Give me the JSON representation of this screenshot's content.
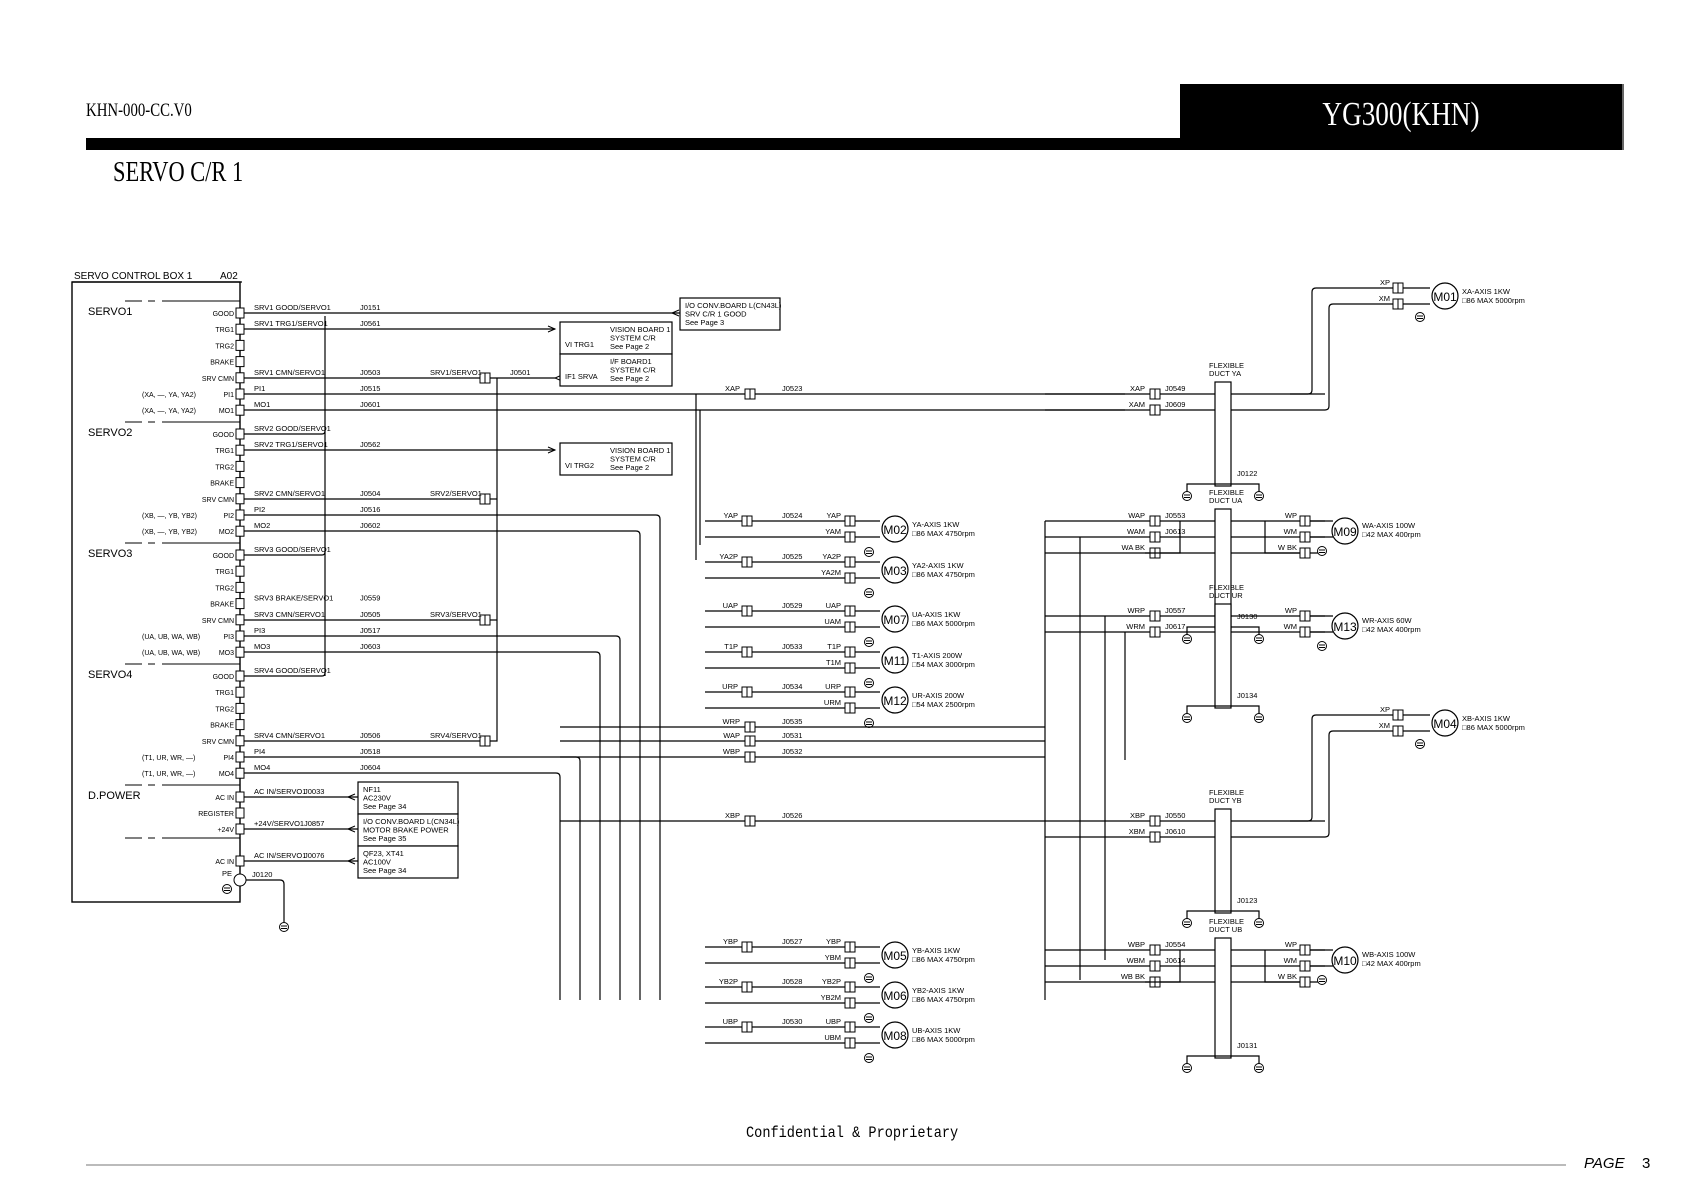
{
  "header": {
    "doc_id": "KHN-000-CC.V0",
    "model": "YG300(KHN)",
    "page_title": "SERVO C/R 1"
  },
  "footer": {
    "confidential": "Confidential & Proprietary",
    "page_label": "PAGE",
    "page_number": "3"
  },
  "control_box": {
    "title": "SERVO CONTROL BOX 1",
    "ref": "A02",
    "groups": [
      {
        "name": "SERVO1",
        "pins": [
          {
            "pin": "GOOD",
            "wire": "SRV1 GOOD/SERVO1",
            "junction": "J0151",
            "note": ""
          },
          {
            "pin": "TRG1",
            "wire": "SRV1 TRG1/SERVO1",
            "junction": "J0561",
            "note": ""
          },
          {
            "pin": "TRG2",
            "wire": "",
            "junction": "",
            "note": ""
          },
          {
            "pin": "BRAKE",
            "wire": "",
            "junction": "",
            "note": ""
          },
          {
            "pin": "SRV CMN",
            "wire": "SRV1 CMN/SERVO1",
            "junction": "J0503",
            "note": "",
            "tail": "SRV1/SERVO1"
          },
          {
            "pin": "PI1",
            "wire": "PI1",
            "junction": "J0515",
            "note": "(XA, —, YA, YA2)"
          },
          {
            "pin": "MO1",
            "wire": "MO1",
            "junction": "J0601",
            "note": "(XA, —, YA, YA2)"
          }
        ]
      },
      {
        "name": "SERVO2",
        "pins": [
          {
            "pin": "GOOD",
            "wire": "SRV2 GOOD/SERVO1",
            "junction": "",
            "note": ""
          },
          {
            "pin": "TRG1",
            "wire": "SRV2 TRG1/SERVO1",
            "junction": "J0562",
            "note": ""
          },
          {
            "pin": "TRG2",
            "wire": "",
            "junction": "",
            "note": ""
          },
          {
            "pin": "BRAKE",
            "wire": "",
            "junction": "",
            "note": ""
          },
          {
            "pin": "SRV CMN",
            "wire": "SRV2 CMN/SERVO1",
            "junction": "J0504",
            "note": "",
            "tail": "SRV2/SERVO1"
          },
          {
            "pin": "PI2",
            "wire": "PI2",
            "junction": "J0516",
            "note": "(XB, —, YB, YB2)"
          },
          {
            "pin": "MO2",
            "wire": "MO2",
            "junction": "J0602",
            "note": "(XB, —, YB, YB2)"
          }
        ]
      },
      {
        "name": "SERVO3",
        "pins": [
          {
            "pin": "GOOD",
            "wire": "SRV3 GOOD/SERVO1",
            "junction": "",
            "note": ""
          },
          {
            "pin": "TRG1",
            "wire": "",
            "junction": "",
            "note": ""
          },
          {
            "pin": "TRG2",
            "wire": "",
            "junction": "",
            "note": ""
          },
          {
            "pin": "BRAKE",
            "wire": "SRV3 BRAKE/SERVO1",
            "junction": "J0559",
            "note": ""
          },
          {
            "pin": "SRV CMN",
            "wire": "SRV3 CMN/SERVO1",
            "junction": "J0505",
            "note": "",
            "tail": "SRV3/SERVO1"
          },
          {
            "pin": "PI3",
            "wire": "PI3",
            "junction": "J0517",
            "note": "(UA, UB, WA, WB)"
          },
          {
            "pin": "MO3",
            "wire": "MO3",
            "junction": "J0603",
            "note": "(UA, UB, WA, WB)"
          }
        ]
      },
      {
        "name": "SERVO4",
        "pins": [
          {
            "pin": "GOOD",
            "wire": "SRV4 GOOD/SERVO1",
            "junction": "",
            "note": ""
          },
          {
            "pin": "TRG1",
            "wire": "",
            "junction": "",
            "note": ""
          },
          {
            "pin": "TRG2",
            "wire": "",
            "junction": "",
            "note": ""
          },
          {
            "pin": "BRAKE",
            "wire": "",
            "junction": "",
            "note": ""
          },
          {
            "pin": "SRV CMN",
            "wire": "SRV4 CMN/SERVO1",
            "junction": "J0506",
            "note": "",
            "tail": "SRV4/SERVO1"
          },
          {
            "pin": "PI4",
            "wire": "PI4",
            "junction": "J0518",
            "note": "(T1, UR, WR, —)"
          },
          {
            "pin": "MO4",
            "wire": "MO4",
            "junction": "J0604",
            "note": "(T1, UR, WR, —)"
          }
        ]
      },
      {
        "name": "D.POWER",
        "pins": [
          {
            "pin": "AC IN",
            "wire": "AC IN/SERVO1",
            "junction": "J0033",
            "note": ""
          },
          {
            "pin": "REGISTER",
            "wire": "",
            "junction": "",
            "note": ""
          },
          {
            "pin": "+24V",
            "wire": "+24V/SERVO1",
            "junction": "J0857",
            "note": ""
          },
          {
            "pin": "",
            "wire": "",
            "junction": "",
            "note": ""
          },
          {
            "pin": "AC IN",
            "wire": "AC IN/SERVO1",
            "junction": "J0076",
            "note": ""
          },
          {
            "pin": "PE",
            "wire": "J0120",
            "junction": "",
            "note": ""
          }
        ]
      }
    ]
  },
  "ref_boxes": [
    {
      "id": "io-conv-good",
      "lines": [
        "I/O CONV.BOARD L(CN43L)",
        "SRV C/R 1 GOOD",
        "See Page 3"
      ]
    },
    {
      "id": "vision1",
      "left": "VI TRG1",
      "lines": [
        "VISION BOARD 1",
        "SYSTEM C/R",
        "See Page 2"
      ]
    },
    {
      "id": "if1",
      "left": "IF1 SRVA",
      "lines": [
        "I/F BOARD1",
        "SYSTEM C/R",
        "See Page 2"
      ]
    },
    {
      "id": "vision2",
      "left": "VI TRG2",
      "lines": [
        "VISION BOARD 1",
        "SYSTEM C/R",
        "See Page 2"
      ]
    },
    {
      "id": "nf11",
      "lines": [
        "NF11",
        "AC230V",
        "See Page 34"
      ]
    },
    {
      "id": "io-conv-brake",
      "lines": [
        "I/O CONV.BOARD L(CN34L)",
        "MOTOR BRAKE POWER",
        "See Page 35"
      ]
    },
    {
      "id": "qf23",
      "lines": [
        "QF23, XT41",
        "AC100V",
        "See Page 34"
      ]
    }
  ],
  "cmn_junction": "J0501",
  "mid_lines": [
    {
      "label": "XAP",
      "junction": "J0523"
    },
    {
      "label": "WRP",
      "junction": "J0535"
    },
    {
      "label": "WAP",
      "junction": "J0531"
    },
    {
      "label": "WBP",
      "junction": "J0532"
    },
    {
      "label": "XBP",
      "junction": "J0526"
    }
  ],
  "motors": [
    {
      "id": "M02",
      "p": "YAP",
      "m": "YAM",
      "src": "YAP",
      "junction": "J0524",
      "desc": [
        "YA-AXIS 1KW",
        "□86 MAX 4750rpm"
      ]
    },
    {
      "id": "M03",
      "p": "YA2P",
      "m": "YA2M",
      "src": "YA2P",
      "junction": "J0525",
      "desc": [
        "YA2-AXIS 1KW",
        "□86 MAX 4750rpm"
      ]
    },
    {
      "id": "M07",
      "p": "UAP",
      "m": "UAM",
      "src": "UAP",
      "junction": "J0529",
      "desc": [
        "UA-AXIS 1KW",
        "□86 MAX 5000rpm"
      ]
    },
    {
      "id": "M11",
      "p": "T1P",
      "m": "T1M",
      "src": "T1P",
      "junction": "J0533",
      "desc": [
        "T1-AXIS 200W",
        "□54 MAX 3000rpm"
      ]
    },
    {
      "id": "M12",
      "p": "URP",
      "m": "URM",
      "src": "URP",
      "junction": "J0534",
      "desc": [
        "UR-AXIS 200W",
        "□54 MAX 2500rpm"
      ]
    },
    {
      "id": "M05",
      "p": "YBP",
      "m": "YBM",
      "src": "YBP",
      "junction": "J0527",
      "desc": [
        "YB-AXIS 1KW",
        "□86 MAX 4750rpm"
      ]
    },
    {
      "id": "M06",
      "p": "YB2P",
      "m": "YB2M",
      "src": "YB2P",
      "junction": "J0528",
      "desc": [
        "YB2-AXIS 1KW",
        "□86 MAX 4750rpm"
      ]
    },
    {
      "id": "M08",
      "p": "UBP",
      "m": "UBM",
      "src": "UBP",
      "junction": "J0530",
      "desc": [
        "UB-AXIS 1KW",
        "□86 MAX 5000rpm"
      ]
    }
  ],
  "duct_motors": [
    {
      "id": "M01",
      "duct": "FLEXIBLE DUCT YA",
      "duct_j": "J0122",
      "lines": [
        {
          "l": "XAP",
          "j": "J0549"
        },
        {
          "l": "XAM",
          "j": "J0609"
        }
      ],
      "mp": "XP",
      "mm": "XM",
      "desc": [
        "XA-AXIS 1KW",
        "□86 MAX 5000rpm"
      ]
    },
    {
      "id": "M09",
      "duct": "FLEXIBLE DUCT UA",
      "duct_j": "J0130",
      "lines": [
        {
          "l": "WAP",
          "j": "J0553"
        },
        {
          "l": "WAM",
          "j": "J0613"
        },
        {
          "l": "WA BK",
          "j": ""
        }
      ],
      "mp": "WP",
      "mm": "WM",
      "mbk": "W BK",
      "desc": [
        "WA-AXIS 100W",
        "□42 MAX 400rpm"
      ]
    },
    {
      "id": "M13",
      "duct": "FLEXIBLE DUCT UR",
      "duct_j": "J0134",
      "lines": [
        {
          "l": "WRP",
          "j": "J0557"
        },
        {
          "l": "WRM",
          "j": "J0617"
        }
      ],
      "mp": "WP",
      "mm": "WM",
      "desc": [
        "WR-AXIS 60W",
        "□42 MAX 400rpm"
      ]
    },
    {
      "id": "M04",
      "duct": "FLEXIBLE DUCT YB",
      "duct_j": "J0123",
      "lines": [
        {
          "l": "XBP",
          "j": "J0550"
        },
        {
          "l": "XBM",
          "j": "J0610"
        }
      ],
      "mp": "XP",
      "mm": "XM",
      "desc": [
        "XB-AXIS 1KW",
        "□86 MAX 5000rpm"
      ]
    },
    {
      "id": "M10",
      "duct": "FLEXIBLE DUCT UB",
      "duct_j": "J0131",
      "lines": [
        {
          "l": "WBP",
          "j": "J0554"
        },
        {
          "l": "WBM",
          "j": "J0614"
        },
        {
          "l": "WB BK",
          "j": ""
        }
      ],
      "mp": "WP",
      "mm": "WM",
      "mbk": "W BK",
      "desc": [
        "WB-AXIS 100W",
        "□42 MAX 400rpm"
      ]
    }
  ]
}
